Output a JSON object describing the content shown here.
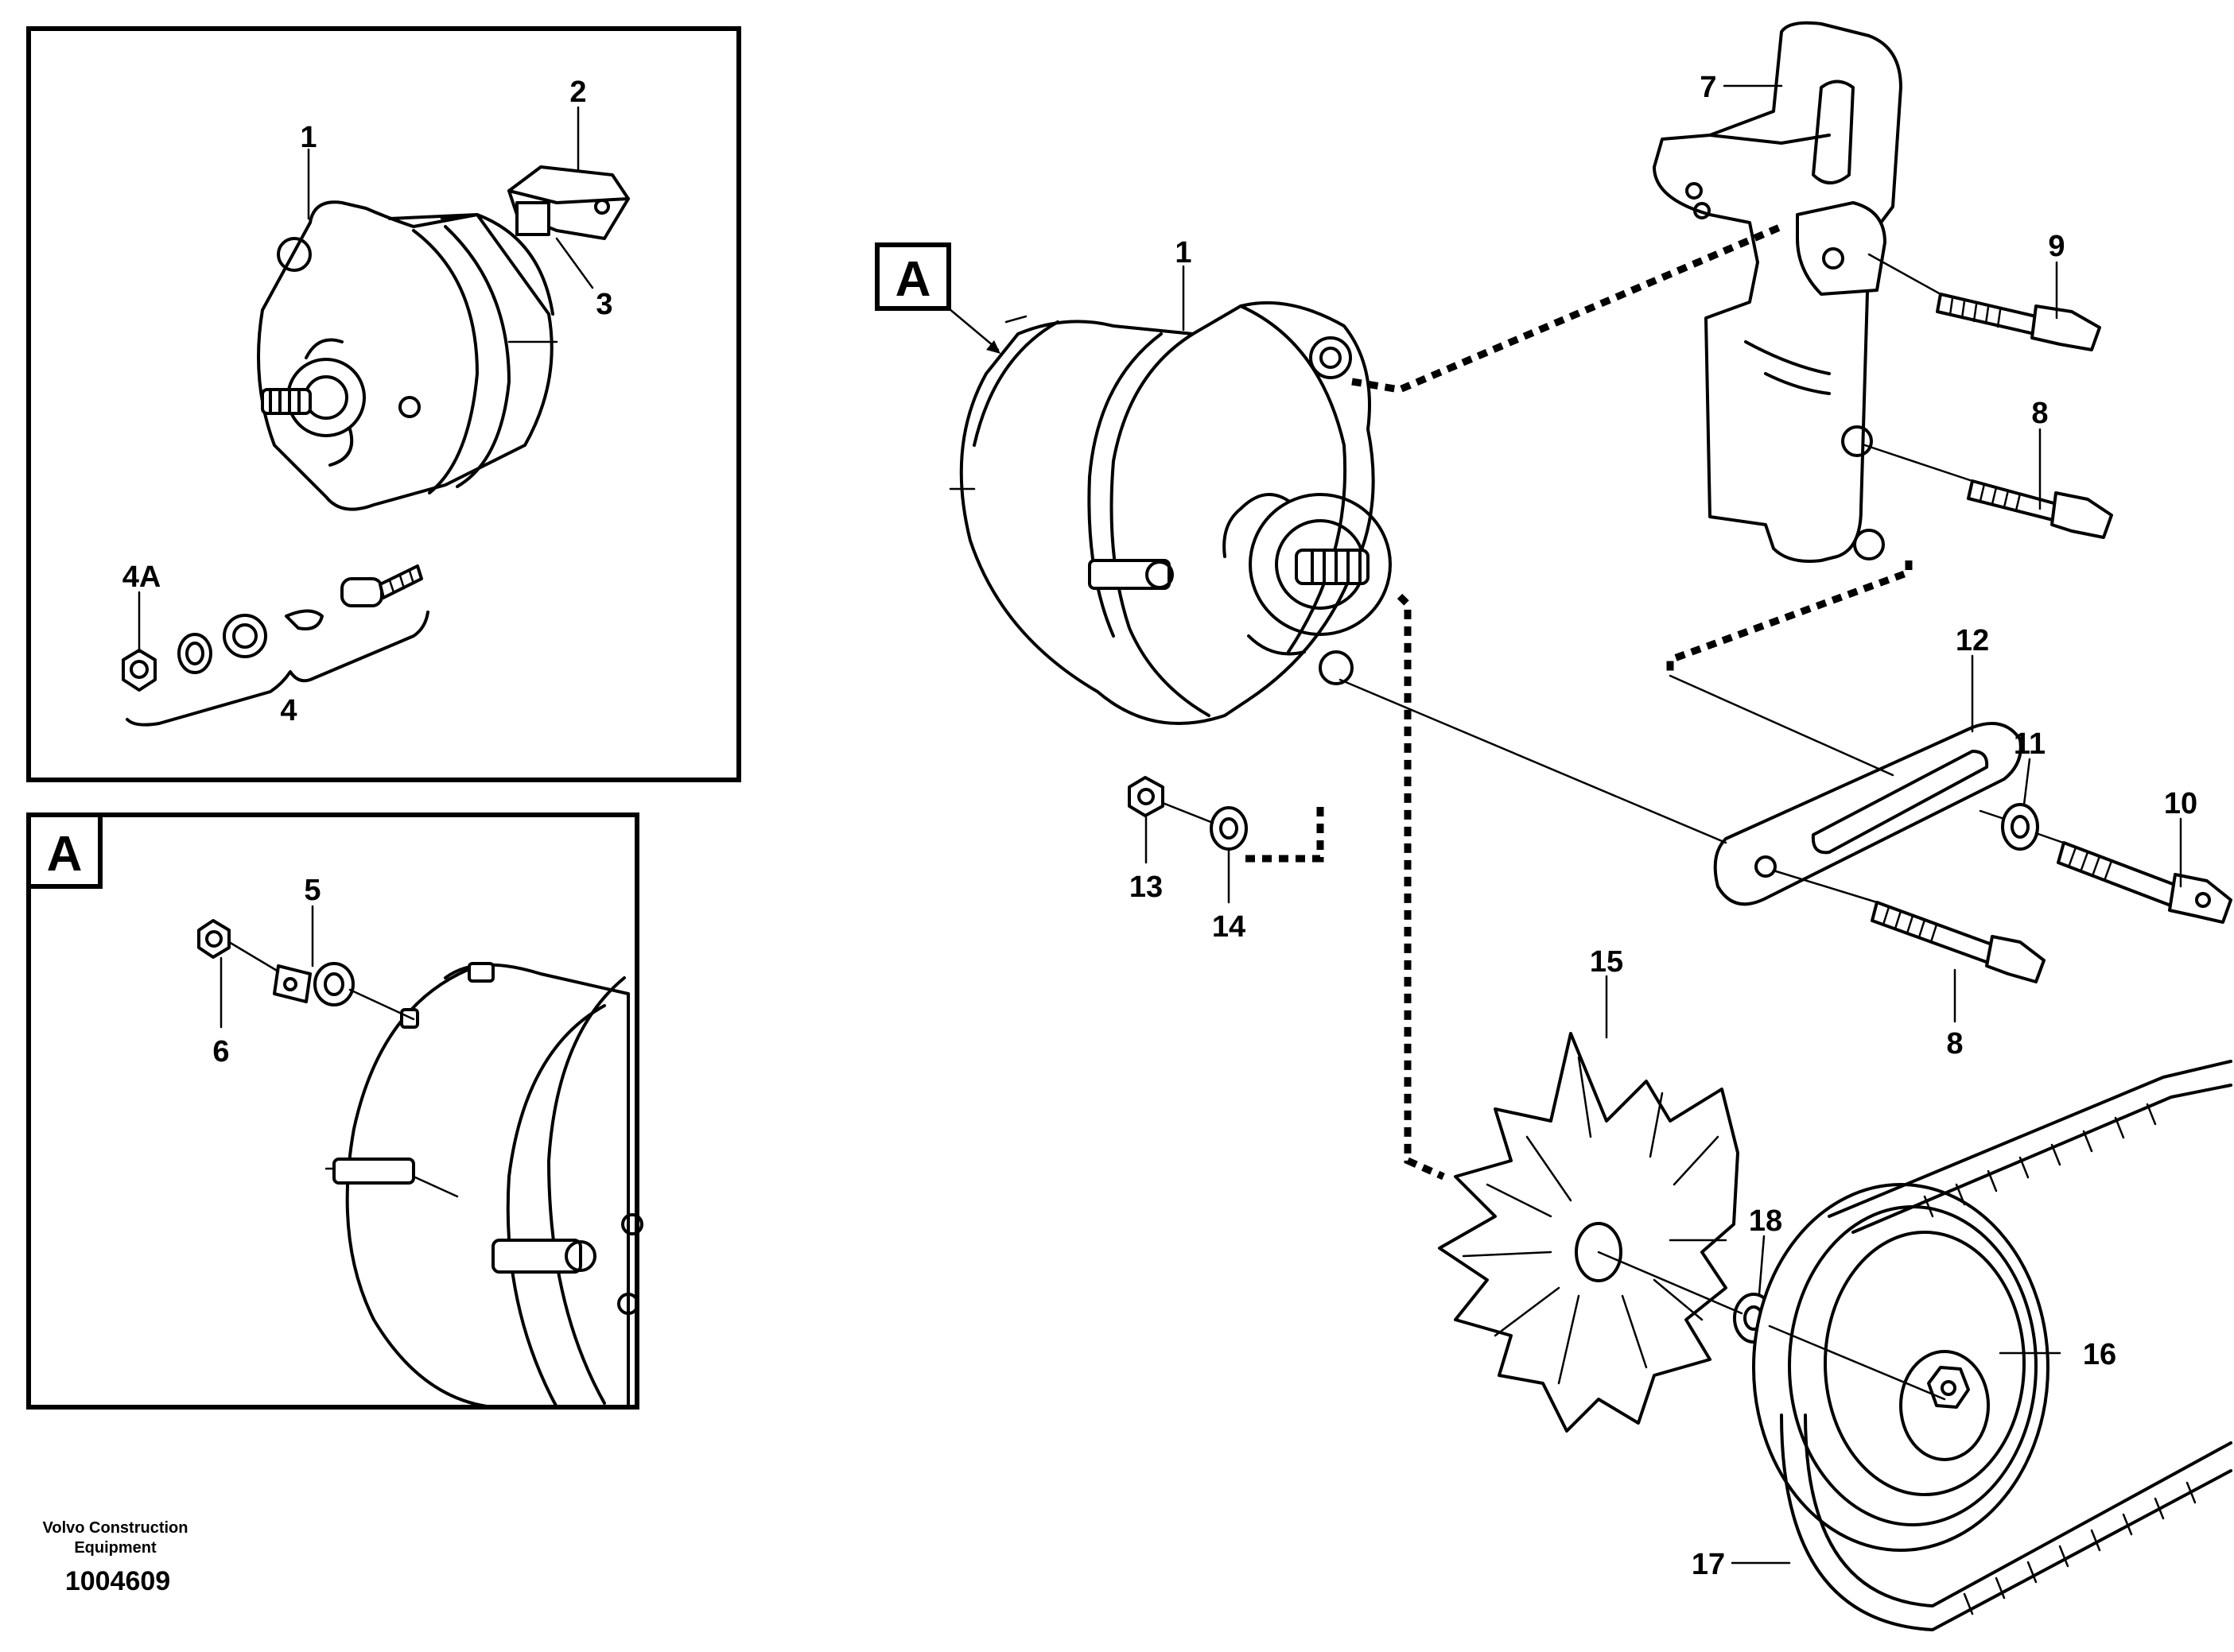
{
  "labels": {
    "n1": "1",
    "n2": "2",
    "n3": "3",
    "n4": "4",
    "n4a": "4A",
    "n5": "5",
    "n6": "6",
    "n7": "7",
    "n8": "8",
    "n9": "9",
    "n10": "10",
    "n11": "11",
    "n12": "12",
    "n13": "13",
    "n14": "14",
    "n15": "15",
    "n16": "16",
    "n17": "17",
    "n18": "18",
    "detail_a": "A"
  },
  "footer": {
    "company_line1": "Volvo Construction",
    "company_line2": "Equipment",
    "drawing_number": "1004609"
  }
}
